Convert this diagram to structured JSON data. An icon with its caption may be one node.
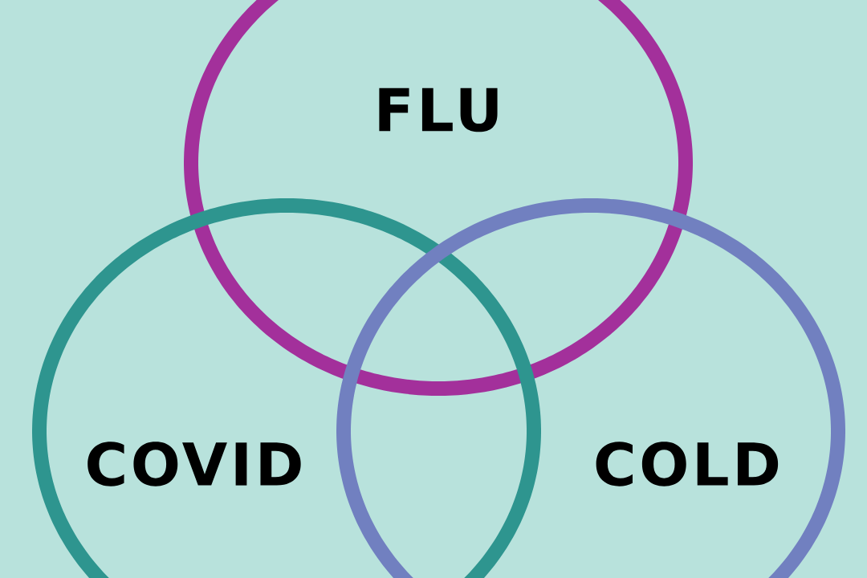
{
  "diagram": {
    "nodes": [
      {
        "text": [
          "FLU"
        ]
      },
      {
        "text": [
          "COVID"
        ]
      },
      {
        "text": [
          "COLD"
        ]
      }
    ]
  }
}
